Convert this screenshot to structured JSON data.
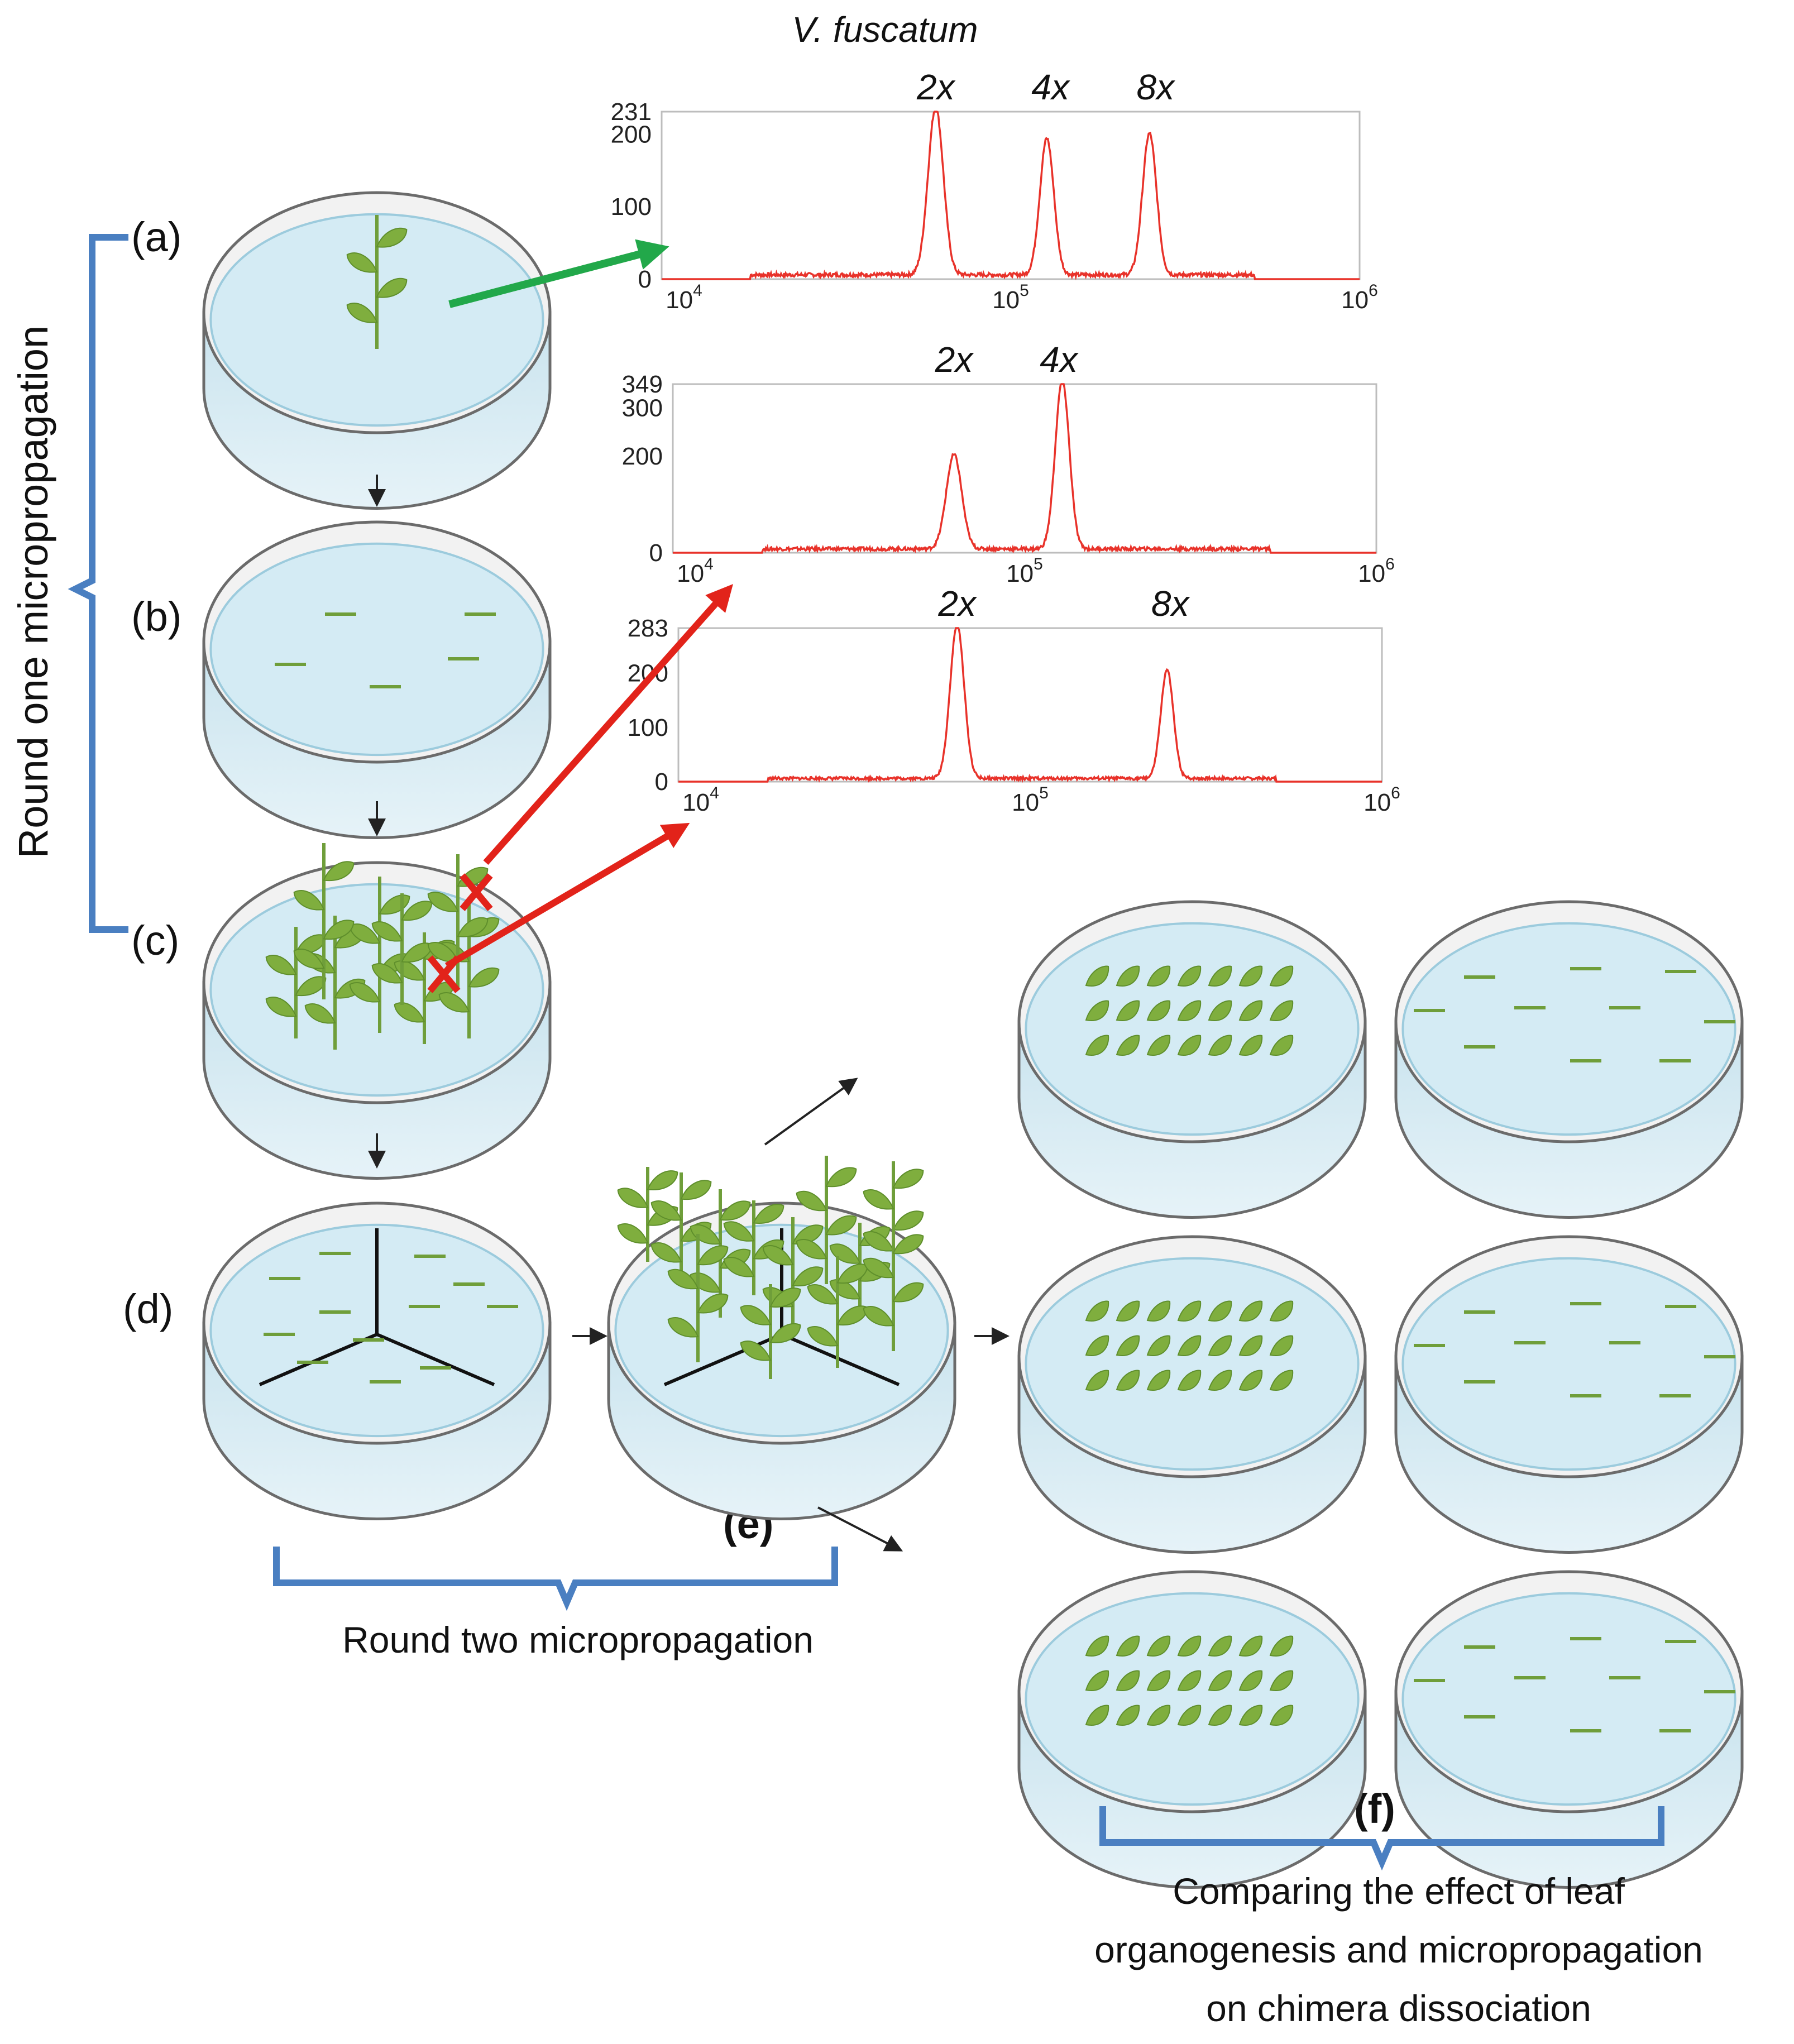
{
  "title": "V. fuscatum",
  "side_label": "Round one micropropagation",
  "step_labels": {
    "a": "(a)",
    "b": "(b)",
    "c": "(c)",
    "d": "(d)",
    "e": "(e)",
    "f": "(f)"
  },
  "round_two_label": "Round two micropropagation",
  "comparison_label": [
    "Comparing the effect of leaf",
    "organogenesis and micropropagation",
    "on chimera dissociation"
  ],
  "colors": {
    "histogram": "#e8322a",
    "arrow_green": "#22a84a",
    "arrow_red": "#e2231a",
    "bracket": "#4a7fc1",
    "leaf": "#7fae3e",
    "dish_medium": "#d4ebf4"
  },
  "chart_data": [
    {
      "type": "line",
      "xscale": "log",
      "xlim": [
        10000,
        1000000
      ],
      "ylim": [
        0,
        231
      ],
      "x_ticks": [
        "10",
        "10",
        "10"
      ],
      "x_tick_exponents": [
        "4",
        "5",
        "6"
      ],
      "y_ticks": [
        "231",
        "200",
        "100",
        "0"
      ],
      "peak_labels": [
        {
          "text": "2x",
          "x": 61000
        },
        {
          "text": "4x",
          "x": 130000
        },
        {
          "text": "8x",
          "x": 260000
        }
      ],
      "series": [
        {
          "peaks": [
            {
              "x": 61000,
              "y": 231,
              "w": 0.022
            },
            {
              "x": 127000,
              "y": 188,
              "w": 0.02
            },
            {
              "x": 250000,
              "y": 195,
              "w": 0.02
            }
          ],
          "baseline": 6
        }
      ]
    },
    {
      "type": "line",
      "xscale": "log",
      "xlim": [
        10000,
        1000000
      ],
      "ylim": [
        0,
        349
      ],
      "x_ticks": [
        "10",
        "10",
        "10"
      ],
      "x_tick_exponents": [
        "4",
        "5",
        "6"
      ],
      "y_ticks": [
        "349",
        "300",
        "200",
        "0"
      ],
      "peak_labels": [
        {
          "text": "2x",
          "x": 63000
        },
        {
          "text": "4x",
          "x": 125000
        }
      ],
      "series": [
        {
          "peaks": [
            {
              "x": 63000,
              "y": 195,
              "w": 0.022
            },
            {
              "x": 128000,
              "y": 349,
              "w": 0.02
            }
          ],
          "baseline": 8
        }
      ]
    },
    {
      "type": "line",
      "xscale": "log",
      "xlim": [
        10000,
        1000000
      ],
      "ylim": [
        0,
        283
      ],
      "x_ticks": [
        "10",
        "10",
        "10"
      ],
      "x_tick_exponents": [
        "4",
        "5",
        "6"
      ],
      "y_ticks": [
        "283",
        "200",
        "100",
        "0"
      ],
      "peak_labels": [
        {
          "text": "2x",
          "x": 62000
        },
        {
          "text": "8x",
          "x": 250000
        }
      ],
      "series": [
        {
          "peaks": [
            {
              "x": 62000,
              "y": 283,
              "w": 0.02
            },
            {
              "x": 245000,
              "y": 200,
              "w": 0.018
            }
          ],
          "baseline": 6
        }
      ]
    }
  ]
}
